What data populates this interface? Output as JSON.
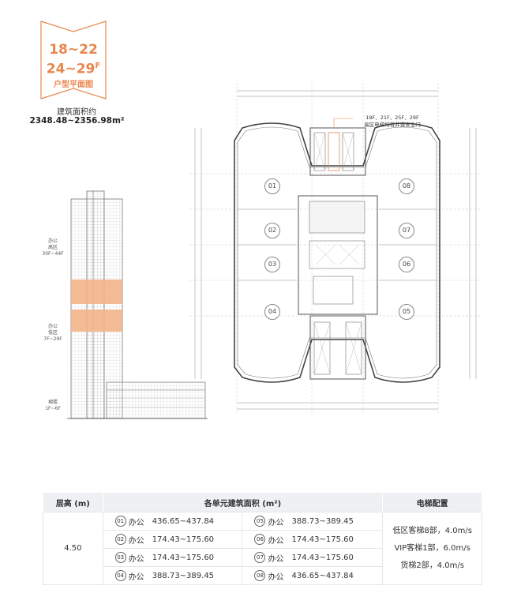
{
  "badge": {
    "line1": "18~22",
    "line2": "24~29",
    "line2_sup": "F",
    "line3": "户型平面图"
  },
  "area_summary": {
    "label": "建筑面积约",
    "value": "2348.48~2356.98m²"
  },
  "tower_labels": {
    "high_zone": {
      "name": "办公",
      "zone": "高区",
      "floors": "30F~44F"
    },
    "low_zone": {
      "name": "办公",
      "zone": "低区",
      "floors": "7F~29F"
    },
    "podium": {
      "name": "裙楼",
      "floors": "1F~6F"
    }
  },
  "plan": {
    "note_line1": "19F、21F、25F、29F",
    "note_line2": "高区电梯均有井道安全门",
    "units": [
      "01",
      "02",
      "03",
      "04",
      "05",
      "06",
      "07",
      "08"
    ]
  },
  "table": {
    "headers": [
      "层高 (m)",
      "各单元建筑面积 (m²)",
      "电梯配置"
    ],
    "floor_height": "4.50",
    "units": [
      {
        "no": "01",
        "type": "办公",
        "area": "436.65~437.84"
      },
      {
        "no": "05",
        "type": "办公",
        "area": "388.73~389.45"
      },
      {
        "no": "02",
        "type": "办公",
        "area": "174.43~175.60"
      },
      {
        "no": "06",
        "type": "办公",
        "area": "174.43~175.60"
      },
      {
        "no": "03",
        "type": "办公",
        "area": "174.43~175.60"
      },
      {
        "no": "07",
        "type": "办公",
        "area": "174.43~175.60"
      },
      {
        "no": "04",
        "type": "办公",
        "area": "388.73~389.45"
      },
      {
        "no": "08",
        "type": "办公",
        "area": "436.65~437.84"
      }
    ],
    "elevators": [
      "低区客梯8部，4.0m/s",
      "VIP客梯1部，6.0m/s",
      "货梯2部，4.0m/s"
    ]
  },
  "colors": {
    "accent": "#e8874d",
    "highlight": "#f3b58a",
    "header_bg": "#eef0f3"
  }
}
